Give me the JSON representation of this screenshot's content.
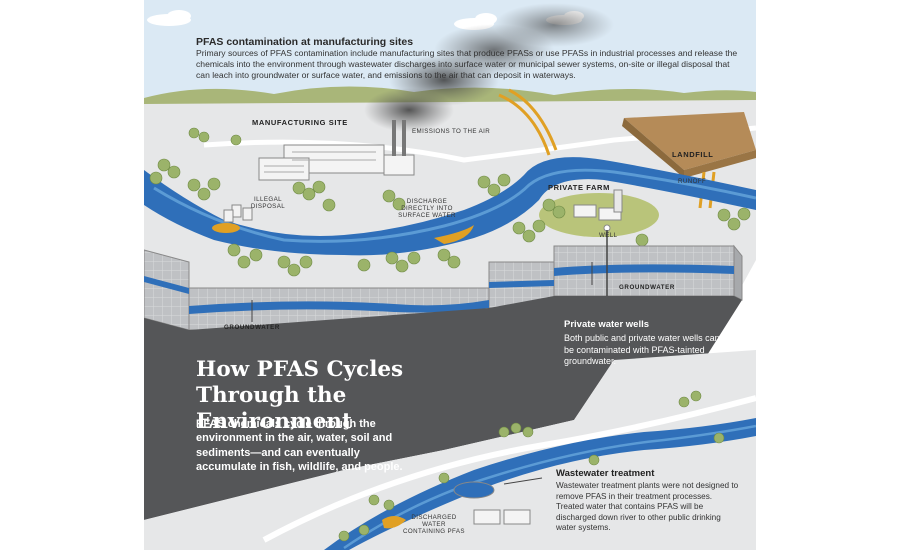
{
  "intro": {
    "title": "PFAS contamination at manufacturing sites",
    "body": "Primary sources of PFAS contamination include manufacturing sites that produce PFASs or use PFASs in industrial processes and release the chemicals into the environment through wastewater discharges into surface water or municipal sewer systems, on-site or illegal disposal that can leach into groundwater or surface water, and emissions to the air that can deposit in waterways."
  },
  "labels": {
    "manufacturing_site": "MANUFACTURING SITE",
    "emissions": "EMISSIONS TO THE AIR",
    "landfill": "LANDFILL",
    "runoff": "RUNOFF",
    "private_farm": "PRIVATE FARM",
    "well": "WELL",
    "illegal_disposal": "ILLEGAL DISPOSAL",
    "discharge_surface": "DISCHARGE DIRECTLY INTO SURFACE WATER",
    "groundwater_right": "GROUNDWATER",
    "groundwater_left": "GROUNDWATER",
    "discharged_water": "DISCHARGED WATER CONTAINING PFAS"
  },
  "wells": {
    "title": "Private water wells",
    "body": "Both public and private water wells can be contaminated with PFAS-tainted groundwater."
  },
  "main": {
    "title": "How PFAS Cycles Through the Environment",
    "subtitle": "PFAS chemicals cycle through the environment in the air, water, soil and sediments—and can eventually accumulate in fish, wildlife, and people."
  },
  "wastewater": {
    "title": "Wastewater treatment",
    "body": "Wastewater treatment plants were not designed to remove PFAS in their treatment processes. Treated water that contains PFAS will be discharged down river to other public drinking water systems."
  },
  "colors": {
    "sky": "#dbe9f4",
    "ground": "#e6e7e8",
    "river": "#2f6fb9",
    "river_light": "#5b9bd5",
    "dark_cross_section": "#555658",
    "tree": "#9bb36a",
    "contamination": "#e0a024",
    "landfill": "#b58b58"
  }
}
